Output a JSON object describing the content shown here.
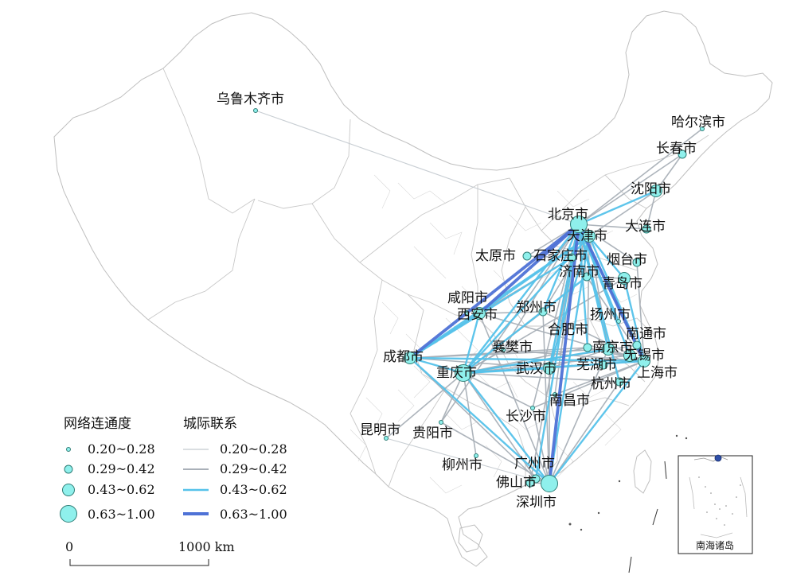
{
  "legend": {
    "node_title": "网络连通度",
    "link_title": "城际联系",
    "classes": [
      "0.20~0.28",
      "0.29~0.42",
      "0.43~0.62",
      "0.63~1.00"
    ]
  },
  "colors": {
    "node_fill": "#8ff0ec",
    "node_stroke": "#2f7d76",
    "link_class_1": "#c3c9cf",
    "link_class_2": "#a9b0b8",
    "link_class_3": "#56c2ea",
    "link_class_4": "#4f72d6",
    "boundary": "#bfbfbf"
  },
  "scale_bar": {
    "start": "0",
    "end": "1000 km"
  },
  "inset": {
    "label": "南海诸岛"
  },
  "cities": [
    {
      "id": "urumqi",
      "name": "乌鲁木齐市",
      "class": 1
    },
    {
      "id": "harbin",
      "name": "哈尔滨市",
      "class": 1
    },
    {
      "id": "changchun",
      "name": "长春市",
      "class": 2
    },
    {
      "id": "shenyang",
      "name": "沈阳市",
      "class": 3
    },
    {
      "id": "beijing",
      "name": "北京市",
      "class": 4
    },
    {
      "id": "tianjin",
      "name": "天津市",
      "class": 3
    },
    {
      "id": "dalian",
      "name": "大连市",
      "class": 2
    },
    {
      "id": "taiyuan",
      "name": "太原市",
      "class": 2
    },
    {
      "id": "shijiazhuang",
      "name": "石家庄市",
      "class": 2
    },
    {
      "id": "yantai",
      "name": "烟台市",
      "class": 2
    },
    {
      "id": "jinan",
      "name": "济南市",
      "class": 2
    },
    {
      "id": "qingdao",
      "name": "青岛市",
      "class": 3
    },
    {
      "id": "xianyang",
      "name": "咸阳市",
      "class": 1
    },
    {
      "id": "xian",
      "name": "西安市",
      "class": 3
    },
    {
      "id": "zhengzhou",
      "name": "郑州市",
      "class": 2
    },
    {
      "id": "yangzhou",
      "name": "扬州市",
      "class": 1
    },
    {
      "id": "hefei",
      "name": "合肥市",
      "class": 2
    },
    {
      "id": "nantong",
      "name": "南通市",
      "class": 2
    },
    {
      "id": "xiangyang",
      "name": "襄樊市",
      "class": 1
    },
    {
      "id": "nanjing",
      "name": "南京市",
      "class": 3
    },
    {
      "id": "wuxi",
      "name": "无锡市",
      "class": 3
    },
    {
      "id": "chengdu",
      "name": "成都市",
      "class": 3
    },
    {
      "id": "chongqing",
      "name": "重庆市",
      "class": 4
    },
    {
      "id": "wuhan",
      "name": "武汉市",
      "class": 3
    },
    {
      "id": "wuhu",
      "name": "芜湖市",
      "class": 2
    },
    {
      "id": "shanghai",
      "name": "上海市",
      "class": 3
    },
    {
      "id": "hangzhou",
      "name": "杭州市",
      "class": 2
    },
    {
      "id": "nanchang",
      "name": "南昌市",
      "class": 1
    },
    {
      "id": "changsha",
      "name": "长沙市",
      "class": 1
    },
    {
      "id": "kunming",
      "name": "昆明市",
      "class": 1
    },
    {
      "id": "guiyang",
      "name": "贵阳市",
      "class": 1
    },
    {
      "id": "liuzhou",
      "name": "柳州市",
      "class": 1
    },
    {
      "id": "guangzhou",
      "name": "广州市",
      "class": 2
    },
    {
      "id": "foshan",
      "name": "佛山市",
      "class": 2
    },
    {
      "id": "shenzhen",
      "name": "深圳市",
      "class": 4
    }
  ],
  "links": [
    {
      "from": "urumqi",
      "to": "beijing",
      "class": 1
    },
    {
      "from": "harbin",
      "to": "beijing",
      "class": 2
    },
    {
      "from": "changchun",
      "to": "beijing",
      "class": 2
    },
    {
      "from": "shenyang",
      "to": "beijing",
      "class": 3
    },
    {
      "from": "shenyang",
      "to": "tianjin",
      "class": 2
    },
    {
      "from": "dalian",
      "to": "beijing",
      "class": 2
    },
    {
      "from": "taiyuan",
      "to": "beijing",
      "class": 2
    },
    {
      "from": "taiyuan",
      "to": "shijiazhuang",
      "class": 2
    },
    {
      "from": "beijing",
      "to": "tianjin",
      "class": 3
    },
    {
      "from": "beijing",
      "to": "shijiazhuang",
      "class": 3
    },
    {
      "from": "beijing",
      "to": "jinan",
      "class": 2
    },
    {
      "from": "beijing",
      "to": "qingdao",
      "class": 3
    },
    {
      "from": "beijing",
      "to": "yantai",
      "class": 2
    },
    {
      "from": "beijing",
      "to": "xian",
      "class": 4
    },
    {
      "from": "beijing",
      "to": "chengdu",
      "class": 4
    },
    {
      "from": "beijing",
      "to": "chongqing",
      "class": 3
    },
    {
      "from": "beijing",
      "to": "shenzhen",
      "class": 4
    },
    {
      "from": "beijing",
      "to": "guangzhou",
      "class": 3
    },
    {
      "from": "beijing",
      "to": "shanghai",
      "class": 4
    },
    {
      "from": "beijing",
      "to": "wuhan",
      "class": 3
    },
    {
      "from": "beijing",
      "to": "nanjing",
      "class": 3
    },
    {
      "from": "beijing",
      "to": "hangzhou",
      "class": 3
    },
    {
      "from": "beijing",
      "to": "zhengzhou",
      "class": 3
    },
    {
      "from": "beijing",
      "to": "hefei",
      "class": 3
    },
    {
      "from": "beijing",
      "to": "wuxi",
      "class": 3
    },
    {
      "from": "beijing",
      "to": "changsha",
      "class": 2
    },
    {
      "from": "beijing",
      "to": "nanchang",
      "class": 2
    },
    {
      "from": "beijing",
      "to": "yangzhou",
      "class": 3
    },
    {
      "from": "beijing",
      "to": "nantong",
      "class": 3
    },
    {
      "from": "beijing",
      "to": "xiangyang",
      "class": 2
    },
    {
      "from": "beijing",
      "to": "guiyang",
      "class": 2
    },
    {
      "from": "beijing",
      "to": "foshan",
      "class": 2
    },
    {
      "from": "tianjin",
      "to": "chongqing",
      "class": 3
    },
    {
      "from": "tianjin",
      "to": "shanghai",
      "class": 3
    },
    {
      "from": "tianjin",
      "to": "shenzhen",
      "class": 3
    },
    {
      "from": "tianjin",
      "to": "chengdu",
      "class": 3
    },
    {
      "from": "tianjin",
      "to": "xian",
      "class": 3
    },
    {
      "from": "tianjin",
      "to": "wuhan",
      "class": 3
    },
    {
      "from": "tianjin",
      "to": "nanjing",
      "class": 2
    },
    {
      "from": "tianjin",
      "to": "hefei",
      "class": 2
    },
    {
      "from": "tianjin",
      "to": "zhengzhou",
      "class": 2
    },
    {
      "from": "shijiazhuang",
      "to": "xian",
      "class": 2
    },
    {
      "from": "shijiazhuang",
      "to": "chengdu",
      "class": 3
    },
    {
      "from": "shijiazhuang",
      "to": "wuhan",
      "class": 2
    },
    {
      "from": "jinan",
      "to": "shanghai",
      "class": 2
    },
    {
      "from": "jinan",
      "to": "chongqing",
      "class": 3
    },
    {
      "from": "qingdao",
      "to": "shanghai",
      "class": 3
    },
    {
      "from": "qingdao",
      "to": "chongqing",
      "class": 2
    },
    {
      "from": "xian",
      "to": "chengdu",
      "class": 3
    },
    {
      "from": "xian",
      "to": "chongqing",
      "class": 3
    },
    {
      "from": "xian",
      "to": "shanghai",
      "class": 2
    },
    {
      "from": "xian",
      "to": "shenzhen",
      "class": 2
    },
    {
      "from": "chengdu",
      "to": "chongqing",
      "class": 3
    },
    {
      "from": "chengdu",
      "to": "shanghai",
      "class": 3
    },
    {
      "from": "chengdu",
      "to": "wuhan",
      "class": 2
    },
    {
      "from": "chengdu",
      "to": "shenzhen",
      "class": 3
    },
    {
      "from": "chengdu",
      "to": "guangzhou",
      "class": 2
    },
    {
      "from": "chengdu",
      "to": "nanjing",
      "class": 2
    },
    {
      "from": "chongqing",
      "to": "shanghai",
      "class": 3
    },
    {
      "from": "chongqing",
      "to": "wuhan",
      "class": 3
    },
    {
      "from": "chongqing",
      "to": "shenzhen",
      "class": 3
    },
    {
      "from": "chongqing",
      "to": "guangzhou",
      "class": 2
    },
    {
      "from": "chongqing",
      "to": "nanjing",
      "class": 3
    },
    {
      "from": "chongqing",
      "to": "hangzhou",
      "class": 2
    },
    {
      "from": "chongqing",
      "to": "wuxi",
      "class": 2
    },
    {
      "from": "chongqing",
      "to": "hefei",
      "class": 2
    },
    {
      "from": "chongqing",
      "to": "guiyang",
      "class": 2
    },
    {
      "from": "chongqing",
      "to": "kunming",
      "class": 2
    },
    {
      "from": "chongqing",
      "to": "liuzhou",
      "class": 2
    },
    {
      "from": "chongqing",
      "to": "changsha",
      "class": 2
    },
    {
      "from": "chongqing",
      "to": "zhengzhou",
      "class": 2
    },
    {
      "from": "chongqing",
      "to": "xiangyang",
      "class": 2
    },
    {
      "from": "wuhan",
      "to": "shanghai",
      "class": 2
    },
    {
      "from": "wuhan",
      "to": "shenzhen",
      "class": 2
    },
    {
      "from": "wuhan",
      "to": "nanjing",
      "class": 2
    },
    {
      "from": "shanghai",
      "to": "shenzhen",
      "class": 3
    },
    {
      "from": "shanghai",
      "to": "nanjing",
      "class": 2
    },
    {
      "from": "shanghai",
      "to": "hefei",
      "class": 2
    },
    {
      "from": "shanghai",
      "to": "changsha",
      "class": 2
    },
    {
      "from": "shanghai",
      "to": "nanchang",
      "class": 2
    },
    {
      "from": "nanjing",
      "to": "shenzhen",
      "class": 2
    },
    {
      "from": "hangzhou",
      "to": "shenzhen",
      "class": 2
    },
    {
      "from": "guangzhou",
      "to": "shenzhen",
      "class": 2
    },
    {
      "from": "foshan",
      "to": "shenzhen",
      "class": 2
    },
    {
      "from": "changsha",
      "to": "shenzhen",
      "class": 2
    },
    {
      "from": "kunming",
      "to": "shenzhen",
      "class": 1
    },
    {
      "from": "guiyang",
      "to": "shenzhen",
      "class": 2
    },
    {
      "from": "zhengzhou",
      "to": "shenzhen",
      "class": 2
    },
    {
      "from": "zhengzhou",
      "to": "xian",
      "class": 2
    },
    {
      "from": "zhengzhou",
      "to": "shanghai",
      "class": 2
    },
    {
      "from": "hefei",
      "to": "chengdu",
      "class": 2
    },
    {
      "from": "xiangyang",
      "to": "shanghai",
      "class": 2
    },
    {
      "from": "shenyang",
      "to": "dalian",
      "class": 2
    },
    {
      "from": "changchun",
      "to": "shenyang",
      "class": 2
    },
    {
      "from": "jinan",
      "to": "qingdao",
      "class": 2
    },
    {
      "from": "yantai",
      "to": "shanghai",
      "class": 2
    },
    {
      "from": "nantong",
      "to": "chongqing",
      "class": 2
    }
  ]
}
